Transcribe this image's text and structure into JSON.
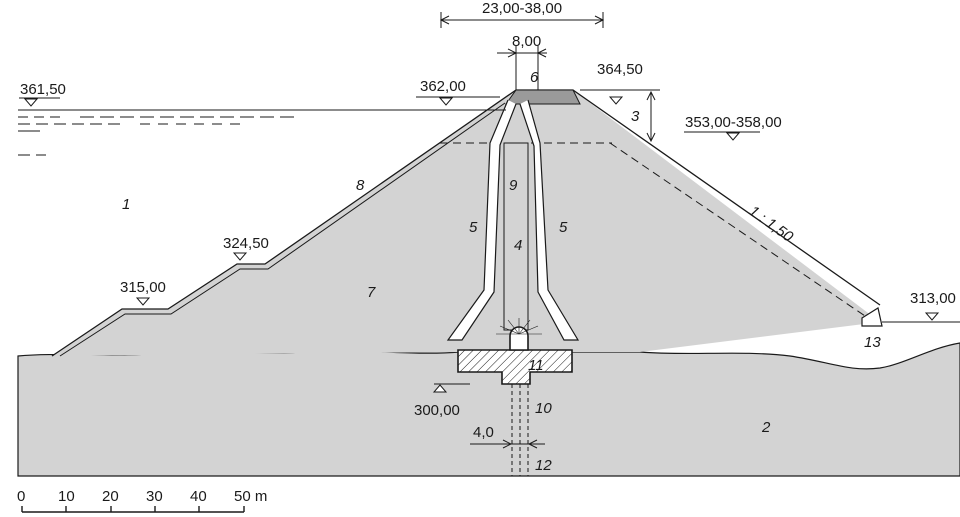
{
  "elevations": {
    "water_level": "361,50",
    "crest_upstream": "362,00",
    "crest_top": "364,50",
    "downstream_berm": "353,00-358,00",
    "berm_upper": "324,50",
    "berm_lower": "315,00",
    "tailwater": "313,00",
    "foundation": "300,00"
  },
  "dimensions": {
    "base_width": "23,00-38,00",
    "crest_width": "8,00",
    "cutoff_width": "4,0",
    "slope": "1 : 1,50"
  },
  "numbers": {
    "n1": "1",
    "n2": "2",
    "n3": "3",
    "n4": "4",
    "n5a": "5",
    "n5b": "5",
    "n6": "6",
    "n7": "7",
    "n8": "8",
    "n9": "9",
    "n10": "10",
    "n11": "11",
    "n12": "12",
    "n13": "13"
  },
  "scale": {
    "ticks": [
      "0",
      "10",
      "20",
      "30",
      "40",
      "50 m"
    ]
  },
  "colors": {
    "fill": "#d3d3d3",
    "crest_cap": "#9a9a9a",
    "line": "#1a1a1a"
  }
}
